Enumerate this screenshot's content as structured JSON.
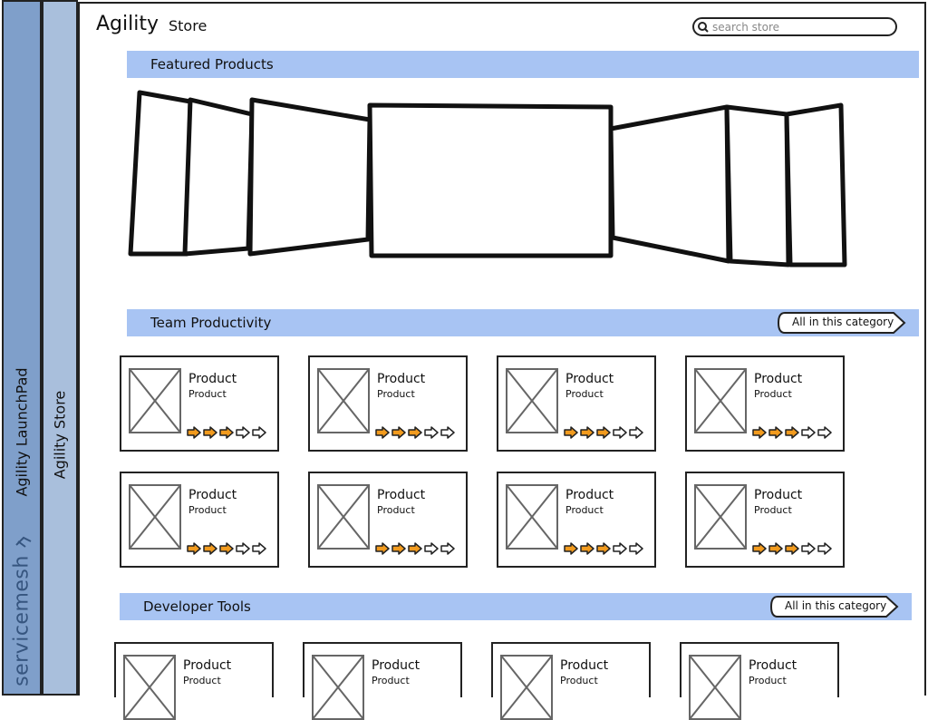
{
  "sidebar": {
    "launchpad_label": "Agility LaunchPad",
    "store_label": "Agility Store",
    "brand_text": "servicemesh"
  },
  "header": {
    "title": "Agility",
    "subtitle": "Store",
    "search_placeholder": "search store"
  },
  "sections": {
    "featured": {
      "title": "Featured Products"
    },
    "team": {
      "title": "Team Productivity",
      "button_label": "All in this category"
    },
    "dev": {
      "title": "Developer Tools",
      "button_label": "All in this category"
    }
  },
  "products": {
    "team": [
      {
        "title": "Product",
        "subtitle": "Product",
        "rating": 3
      },
      {
        "title": "Product",
        "subtitle": "Product",
        "rating": 3
      },
      {
        "title": "Product",
        "subtitle": "Product",
        "rating": 3
      },
      {
        "title": "Product",
        "subtitle": "Product",
        "rating": 3
      },
      {
        "title": "Product",
        "subtitle": "Product",
        "rating": 3
      },
      {
        "title": "Product",
        "subtitle": "Product",
        "rating": 3
      },
      {
        "title": "Product",
        "subtitle": "Product",
        "rating": 3
      },
      {
        "title": "Product",
        "subtitle": "Product",
        "rating": 3
      }
    ],
    "dev": [
      {
        "title": "Product",
        "subtitle": "Product"
      },
      {
        "title": "Product",
        "subtitle": "Product"
      },
      {
        "title": "Product",
        "subtitle": "Product"
      },
      {
        "title": "Product",
        "subtitle": "Product"
      }
    ]
  },
  "colors": {
    "section_bar": "#a8c4f3",
    "star_filled": "#f29b1e",
    "rail_dark": "#7f9fca",
    "rail_light": "#a9bfdc"
  }
}
